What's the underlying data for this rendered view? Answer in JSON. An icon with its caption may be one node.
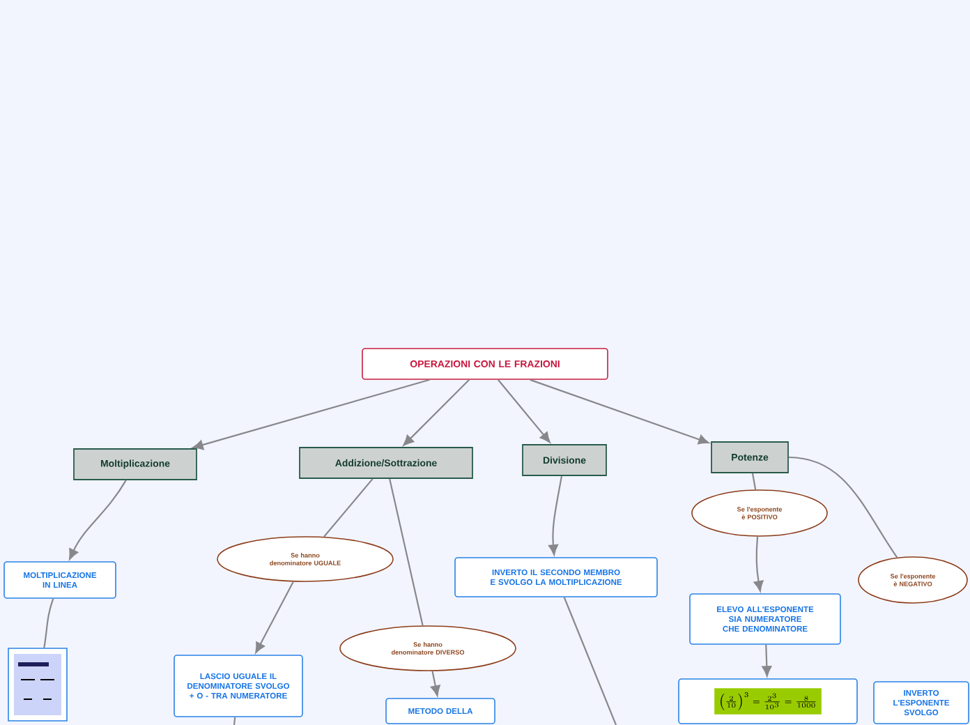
{
  "diagram": {
    "nodes": [
      {
        "text": [
          "OPERAZIONI CON LE FRAZIONI"
        ]
      },
      {
        "text": [
          "Moltiplicazione"
        ]
      },
      {
        "text": [
          "Addizione/Sottrazione"
        ]
      },
      {
        "text": [
          "Divisione"
        ]
      },
      {
        "text": [
          "Potenze"
        ]
      },
      {
        "text": [
          "Se hanno denominatore UGUALE"
        ]
      },
      {
        "text": [
          "Se hanno denominatore DIVERSO"
        ]
      },
      {
        "text": [
          "Se l'esponente è POSITIVO"
        ]
      },
      {
        "text": [
          "Se l'esponente è NEGATIVO"
        ]
      },
      {
        "text": [
          "MOLTIPLICAZIONE IN LINEA"
        ]
      },
      {
        "text": [
          "INVERTO IL SECONDO MEMBRO E SVOLGO LA MOLTIPLICAZIONE"
        ]
      },
      {
        "text": [
          "ELEVO ALL'ESPONENTE SIA NUMERATORE CHE DENOMINATORE"
        ]
      },
      {
        "text": [],
        "shape": "picture"
      },
      {
        "text": [
          "LASCIO UGUALE IL DENOMINATORE SVOLGO + O - TRA NUMERATORE"
        ]
      },
      {
        "text": [
          "METODO DELLA"
        ]
      },
      {
        "text": [
          "\\left(\\frac{2}{10}\\right)^3=\\frac{2^3}{10^3}=\\frac{8}{1000}"
        ]
      },
      {
        "text": [
          "INVERTO L'ESPONENTE SVOLGO"
        ]
      }
    ],
    "edges": [
      {
        "from": 0,
        "to": 1,
        "arrow": "to"
      },
      {
        "from": 0,
        "to": 2,
        "arrow": "to"
      },
      {
        "from": 0,
        "to": 3,
        "arrow": "to"
      },
      {
        "from": 0,
        "to": 4,
        "arrow": "to"
      },
      {
        "from": 1,
        "to": 9,
        "arrow": "to"
      },
      {
        "from": 9,
        "to": 12,
        "arrow": "none"
      },
      {
        "from": 2,
        "to": 5,
        "arrow": "none"
      },
      {
        "from": 5,
        "to": 13,
        "arrow": "to"
      },
      {
        "from": 2,
        "to": 6,
        "arrow": "none"
      },
      {
        "from": 6,
        "to": 14,
        "arrow": "to"
      },
      {
        "from": 3,
        "to": 10,
        "arrow": "to"
      },
      {
        "from": 10,
        "to": null,
        "arrow": "none"
      },
      {
        "from": 13,
        "to": null,
        "arrow": "none"
      },
      {
        "from": 4,
        "to": 7,
        "arrow": "none"
      },
      {
        "from": 7,
        "to": 11,
        "arrow": "to"
      },
      {
        "from": 11,
        "to": 15,
        "arrow": "to"
      },
      {
        "from": 4,
        "to": 8,
        "arrow": "none"
      }
    ]
  }
}
